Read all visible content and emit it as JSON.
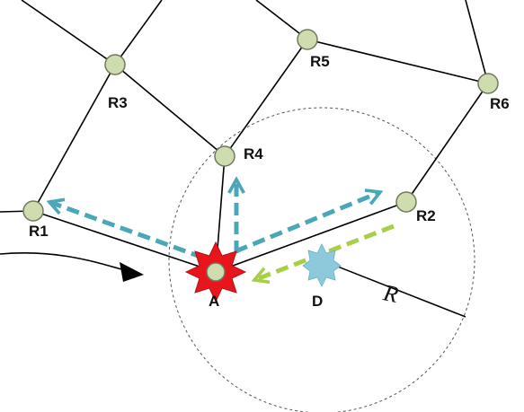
{
  "labels": {
    "r1": "R1",
    "r2": "R2",
    "r3": "R3",
    "r4": "R4",
    "r5": "R5",
    "r6": "R6",
    "a": "A",
    "d": "D",
    "radius": "R"
  },
  "colors": {
    "edge": "#000000",
    "node_fill": "#cfdcb0",
    "node_stroke": "#6f7a5c",
    "cyan_arrow": "#4aa7b8",
    "green_arrow": "#a9cf4a",
    "star_red": "#e8151c",
    "star_blue": "#8ec9db",
    "range_circle": "#555555"
  },
  "icons": {
    "a_marker": "red-star-icon",
    "d_marker": "blue-star-icon",
    "flow_arrow": "black-arrowhead-icon"
  }
}
